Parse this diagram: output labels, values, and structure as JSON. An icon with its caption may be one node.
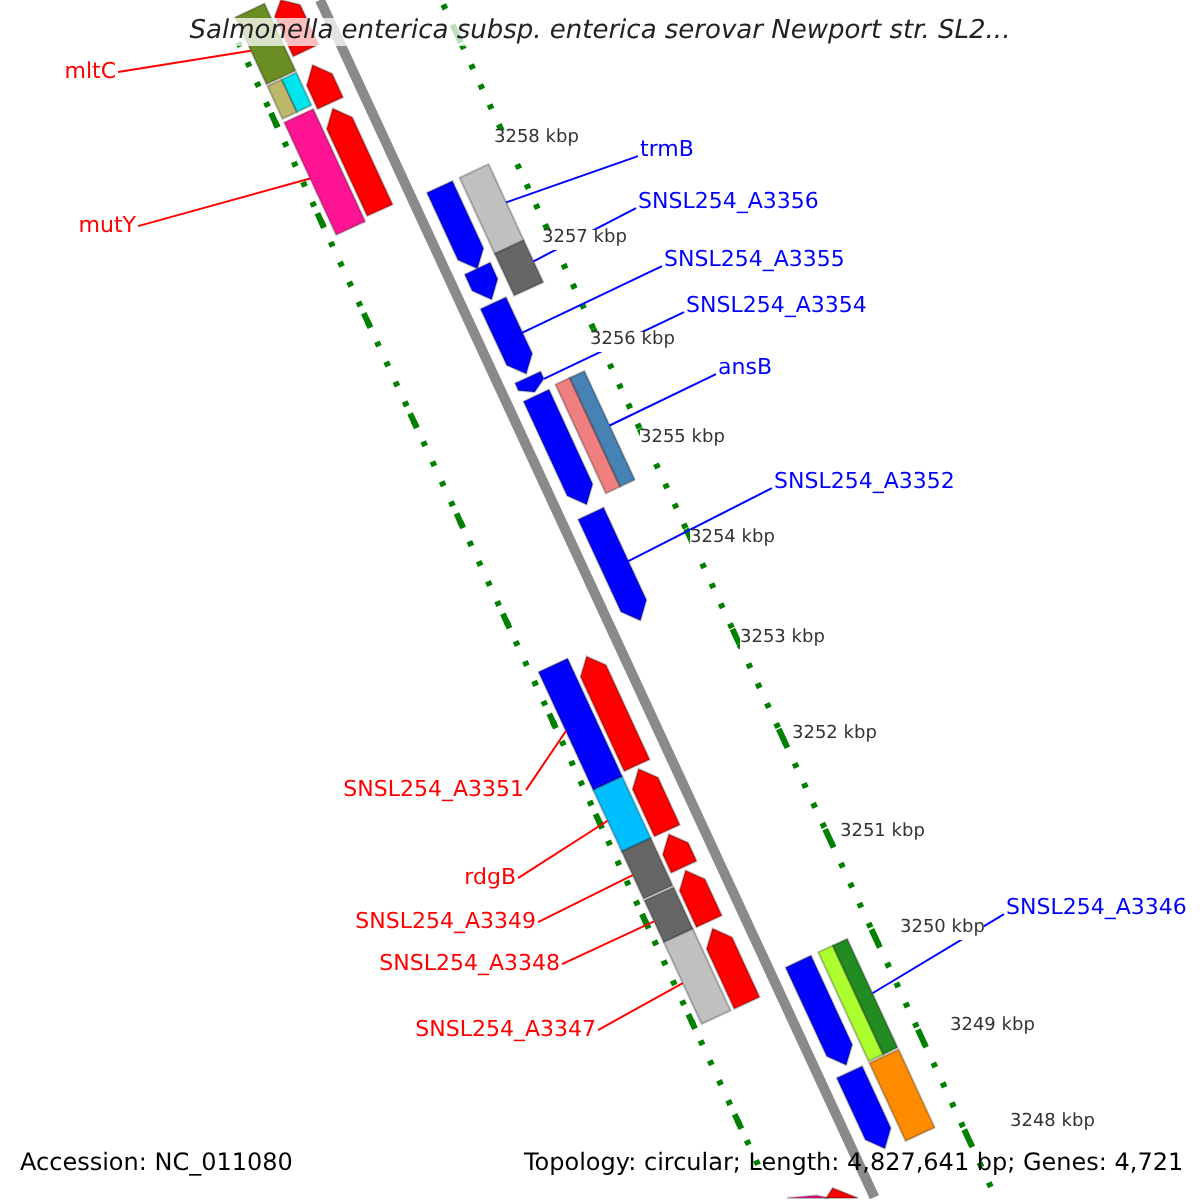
{
  "diagram": {
    "title": "Salmonella enterica subsp. enterica serovar Newport str. SL2...",
    "nodes": [
      {
        "text": [
          "mltC"
        ]
      },
      {
        "text": [
          "mutY"
        ]
      },
      {
        "text": [
          "trmB"
        ]
      },
      {
        "text": [
          "SNSL254_A3356"
        ]
      },
      {
        "text": [
          "SNSL254_A3355"
        ]
      },
      {
        "text": [
          "SNSL254_A3354"
        ]
      },
      {
        "text": [
          "ansB"
        ]
      },
      {
        "text": [
          "SNSL254_A3352"
        ]
      },
      {
        "text": [
          "SNSL254_A3351"
        ]
      },
      {
        "text": [
          "rdgB"
        ]
      },
      {
        "text": [
          "SNSL254_A3349"
        ]
      },
      {
        "text": [
          "SNSL254_A3348"
        ]
      },
      {
        "text": [
          "SNSL254_A3347"
        ]
      },
      {
        "text": [
          "SNSL254_A3346"
        ]
      },
      {
        "text": [],
        "shape": "arrow"
      },
      {
        "text": [],
        "shape": "bar"
      },
      {
        "text": [],
        "shape": "bar"
      },
      {
        "text": [],
        "shape": "bar"
      },
      {
        "text": [],
        "shape": "arrow"
      },
      {
        "text": [],
        "shape": "bar"
      },
      {
        "text": [],
        "shape": "arrow"
      },
      {
        "text": [],
        "shape": "arrow"
      },
      {
        "text": [],
        "shape": "bar"
      },
      {
        "text": [],
        "shape": "arrow"
      },
      {
        "text": [],
        "shape": "bar"
      },
      {
        "text": [],
        "shape": "arrow"
      },
      {
        "text": [],
        "shape": "arrow"
      },
      {
        "text": [],
        "shape": "arrow"
      },
      {
        "text": [],
        "shape": "bar"
      },
      {
        "text": [],
        "shape": "bar"
      },
      {
        "text": [],
        "shape": "arrow"
      },
      {
        "text": [],
        "shape": "bar"
      },
      {
        "text": [],
        "shape": "bar"
      },
      {
        "text": [],
        "shape": "bar"
      },
      {
        "text": [],
        "shape": "bar"
      },
      {
        "text": [],
        "shape": "bar"
      },
      {
        "text": [],
        "shape": "arrow"
      },
      {
        "text": [],
        "shape": "arrow"
      },
      {
        "text": [],
        "shape": "arrow"
      },
      {
        "text": [],
        "shape": "arrow"
      },
      {
        "text": [],
        "shape": "arrow"
      },
      {
        "text": [],
        "shape": "arrow"
      },
      {
        "text": [],
        "shape": "bar"
      },
      {
        "text": [],
        "shape": "bar"
      },
      {
        "text": [],
        "shape": "arrow"
      },
      {
        "text": [],
        "shape": "bar"
      },
      {
        "text": [],
        "shape": "bar"
      },
      {
        "text": [],
        "shape": "arrow"
      }
    ],
    "edges": [
      {
        "from": 0,
        "to": 15,
        "arrow": "none"
      },
      {
        "from": 1,
        "to": 19,
        "arrow": "none"
      },
      {
        "from": 2,
        "to": 22,
        "arrow": "none",
        "color": "#0000ff"
      },
      {
        "from": 3,
        "to": 24,
        "arrow": "none",
        "color": "#0000ff"
      },
      {
        "from": 4,
        "to": 25,
        "arrow": "none",
        "color": "#0000ff"
      },
      {
        "from": 5,
        "to": 26,
        "arrow": "none",
        "color": "#0000ff"
      },
      {
        "from": 6,
        "to": 29,
        "arrow": "none",
        "color": "#0000ff"
      },
      {
        "from": 7,
        "to": 30,
        "arrow": "none",
        "color": "#0000ff"
      },
      {
        "from": 8,
        "to": 31,
        "arrow": "none"
      },
      {
        "from": 9,
        "to": 32,
        "arrow": "none"
      },
      {
        "from": 10,
        "to": 33,
        "arrow": "none"
      },
      {
        "from": 11,
        "to": 34,
        "arrow": "none"
      },
      {
        "from": 12,
        "to": 35,
        "arrow": "none"
      },
      {
        "from": 13,
        "to": 43,
        "arrow": "none",
        "color": "#0000ff"
      }
    ],
    "labels": [
      "3258 kbp",
      "3257 kbp",
      "3256 kbp",
      "3255 kbp",
      "3254 kbp",
      "3253 kbp",
      "3252 kbp",
      "3251 kbp",
      "3250 kbp",
      "3249 kbp",
      "3248 kbp",
      "Accession: NC_011080",
      "Topology: circular; Length: 4,827,641 bp; Genes: 4,721"
    ]
  }
}
